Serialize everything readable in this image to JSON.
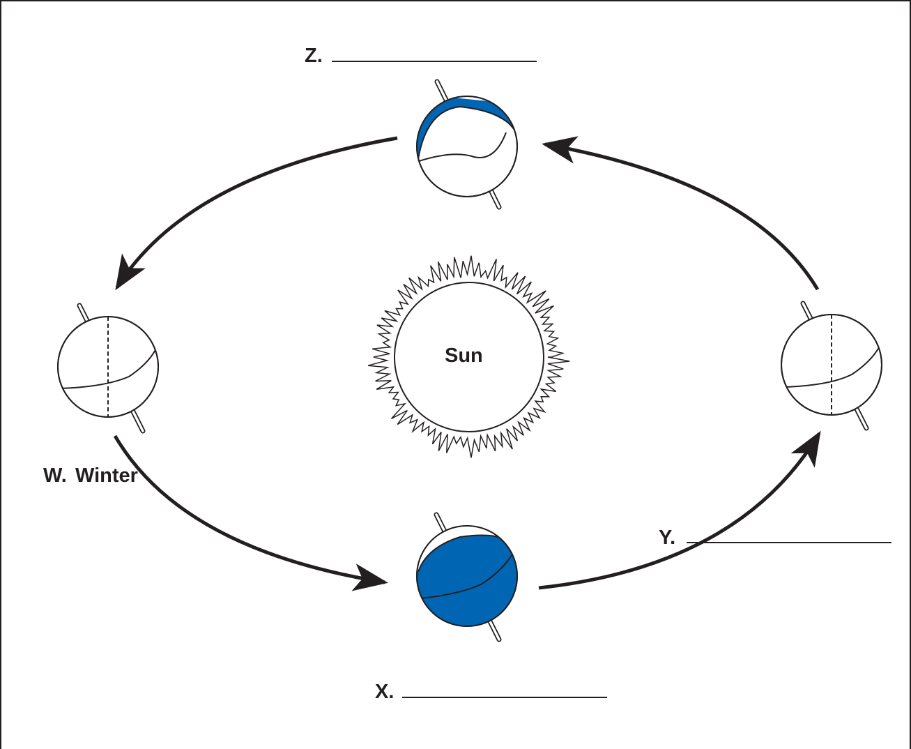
{
  "diagram": {
    "sun_label": "Sun",
    "positions": {
      "w": {
        "letter": "W.",
        "answer": "Winter"
      },
      "x": {
        "letter": "X.",
        "answer": ""
      },
      "y": {
        "letter": "Y.",
        "answer": ""
      },
      "z": {
        "letter": "Z.",
        "answer": ""
      }
    },
    "colors": {
      "ink": "#231f20",
      "shade": "#0066b3",
      "background": "#ffffff"
    }
  }
}
